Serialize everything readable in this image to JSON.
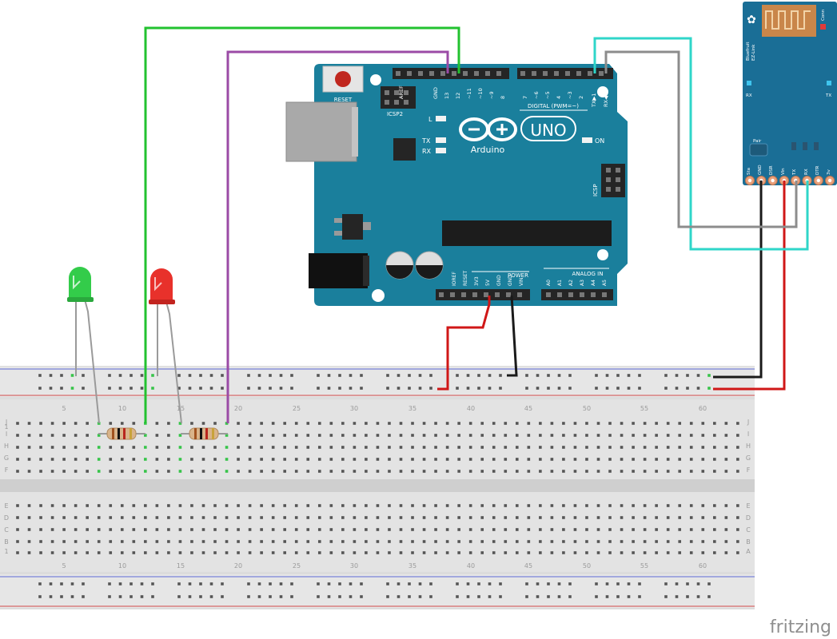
{
  "watermark": "fritzing",
  "arduino": {
    "reset_label": "RESET",
    "icsp2_label": "ICSP2",
    "icsp_label": "ICSP",
    "logo_text": "Arduino",
    "uno_text": "UNO",
    "on_label": "ON",
    "l_label": "L",
    "tx_label": "TX",
    "rx_label": "RX",
    "digital_label": "DIGITAL (PWM=~)",
    "power_label": "POWER",
    "analog_label": "ANALOG IN",
    "digital_pins": [
      "AREF",
      "GND",
      "13",
      "12",
      "~11",
      "~10",
      "~9",
      "8",
      "7",
      "~6",
      "~5",
      "4",
      "~3",
      "2",
      "TX▶1",
      "RX◀0"
    ],
    "power_pins": [
      "IOREF",
      "RESET",
      "3V3",
      "5V",
      "GND",
      "GND",
      "VIN"
    ],
    "analog_pins": [
      "A0",
      "A1",
      "A2",
      "A3",
      "A4",
      "A5"
    ],
    "board_color": "#1a7f9c"
  },
  "bluetooth": {
    "title_line1": "Bluefruit",
    "title_line2": "EZ-Link",
    "conn_label": "Conn",
    "rx_label": "RX",
    "tx_label": "TX",
    "pair_label": "Pair",
    "pins": [
      "Sta",
      "GND",
      "DSR",
      "Vin",
      "TX",
      "RX",
      "DTR",
      "3v"
    ]
  },
  "breadboard": {
    "column_numbers": [
      "1",
      "5",
      "10",
      "15",
      "20",
      "25",
      "30",
      "35",
      "40",
      "45",
      "50",
      "55",
      "60"
    ],
    "row_letters_top": [
      "J",
      "I",
      "H",
      "G",
      "F"
    ],
    "row_letters_bottom": [
      "E",
      "D",
      "C",
      "B",
      "A"
    ]
  },
  "leds": [
    {
      "name": "green",
      "color": "#33cc4a"
    },
    {
      "name": "red",
      "color": "#e8312b"
    }
  ],
  "wire_colors": {
    "green": "#22c22f",
    "purple": "#9b4ba6",
    "red": "#d01717",
    "black": "#1a1a1a",
    "cyan": "#2fd6c9",
    "gray": "#8c8c8c"
  }
}
